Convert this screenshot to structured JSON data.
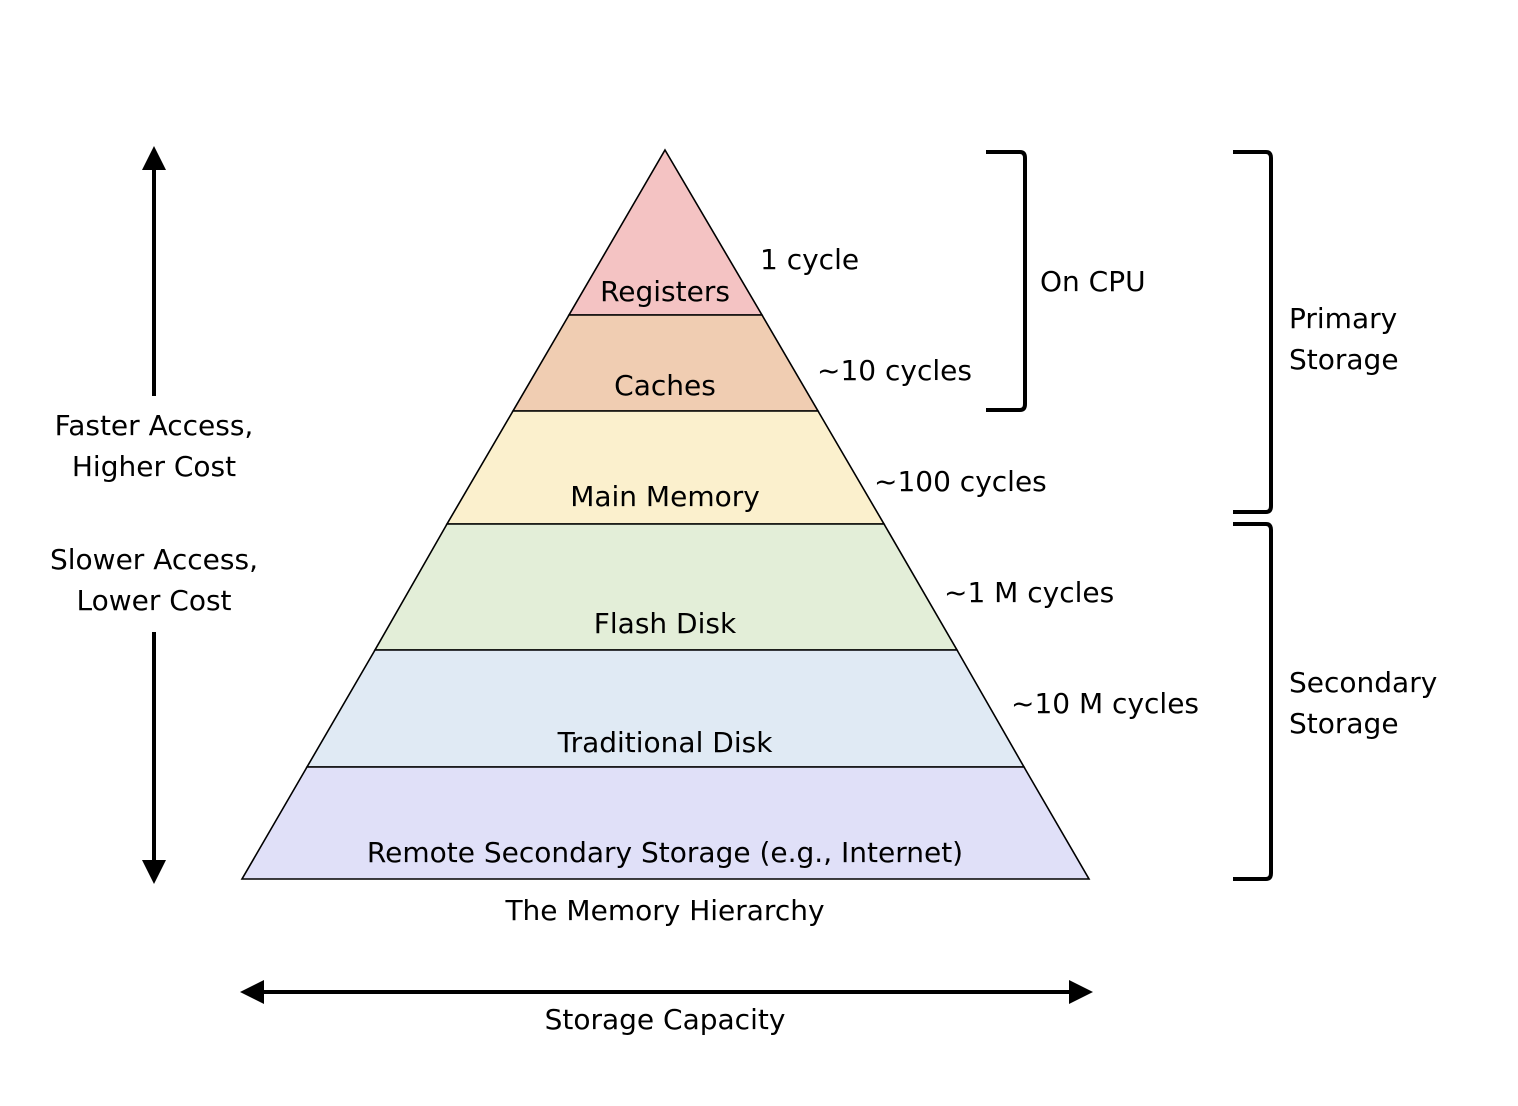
{
  "diagram": {
    "title": "The Memory Hierarchy",
    "tiers": [
      {
        "label": "Registers",
        "latency": "1 cycle",
        "color": "#f4c3c3"
      },
      {
        "label": "Caches",
        "latency": "~10 cycles",
        "color": "#f0cdb2"
      },
      {
        "label": "Main Memory",
        "latency": "~100 cycles",
        "color": "#fbf0cd"
      },
      {
        "label": "Flash Disk",
        "latency": "~1 M cycles",
        "color": "#e3eed8"
      },
      {
        "label": "Traditional Disk",
        "latency": "~10 M cycles",
        "color": "#e0eaf4"
      },
      {
        "label": "Remote Secondary Storage (e.g., Internet)",
        "latency": "",
        "color": "#e0e0f8"
      }
    ],
    "left_axis": {
      "top_label_line1": "Faster Access,",
      "top_label_line2": "Higher Cost",
      "bottom_label_line1": "Slower Access,",
      "bottom_label_line2": "Lower Cost"
    },
    "bottom_axis": {
      "label": "Storage Capacity"
    },
    "brackets": {
      "on_cpu": "On CPU",
      "primary_line1": "Primary",
      "primary_line2": "Storage",
      "secondary_line1": "Secondary",
      "secondary_line2": "Storage"
    }
  }
}
